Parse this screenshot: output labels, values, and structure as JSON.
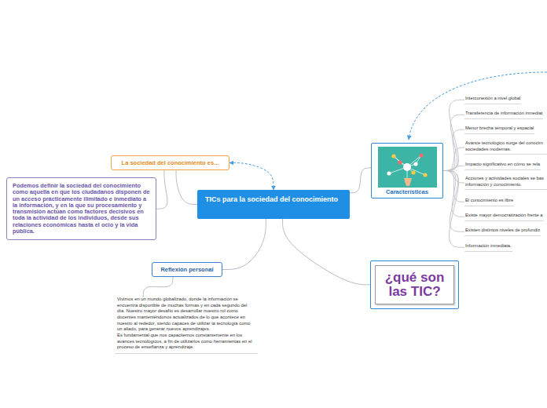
{
  "diagram": {
    "nodes": [
      {
        "text": [
          "TICs para la sociedad del conocimiento"
        ]
      },
      {
        "text": [
          "La sociedad del conocimiento es..."
        ]
      },
      {
        "text": [
          "Podemos definir la sociedad del conocimiento como aquella en que los ciudadanos disponen de un acceso prácticamente ilimitado e inmediato a la información, y en la que su procesamiento y transmisión actúan como factores decisivos en toda la actividad de los individuos, desde sus relaciones económicas hasta el ocio y la vida pública."
        ]
      },
      {
        "text": [
          "Reflexión personal"
        ]
      },
      {
        "text": [
          "Vivimos en un mundo globalizado, donde la información se encuentra disponible de muchas formas y en cada segundo del día. Nuestro mayor desafío es desarrollar nuestro rol como docentes manteniéndonos actualizados de lo que acontece en nuestro al rededor, siendo capaces de utilizar la tecnología como un aliado, para generar nuevos aprendizajes.",
          "Es fundamental que nos capacitemos constantemente en los avances tecnológicos, a fin de utilizarlos como herramientas en el proceso de enseñanza y aprendizaje."
        ]
      },
      {
        "text": [
          "Características"
        ]
      },
      {
        "text": [
          "¿qué son las TIC?"
        ]
      },
      {
        "text": [
          "Interconexión a nivel global"
        ]
      },
      {
        "text": [
          "Transferencia de información inmediat"
        ]
      },
      {
        "text": [
          "Menor brecha temporal y espacial"
        ]
      },
      {
        "text": [
          "Avance tecnológico surge del conocim sociedades modernas."
        ]
      },
      {
        "text": [
          "Impacto significativo en cómo se rela"
        ]
      },
      {
        "text": [
          "Acciones y actividades sociales se bas información y conocimiento."
        ]
      },
      {
        "text": [
          "El conocimiento es libre"
        ]
      },
      {
        "text": [
          "Existe mayor democratización frente a"
        ]
      },
      {
        "text": [
          "Existen distintos niveles de profundiz"
        ]
      },
      {
        "text": [
          "Información inmediata."
        ]
      }
    ],
    "edges": [
      {
        "from": 0,
        "to": 1,
        "arrow": "none"
      },
      {
        "from": 1,
        "to": 2,
        "arrow": "none"
      },
      {
        "from": 0,
        "to": 3,
        "arrow": "none"
      },
      {
        "from": 3,
        "to": 4,
        "arrow": "none"
      },
      {
        "from": 0,
        "to": 5,
        "arrow": "none"
      },
      {
        "from": 0,
        "to": 6,
        "arrow": "none"
      },
      {
        "from": 5,
        "to": 7,
        "arrow": "none"
      },
      {
        "from": 5,
        "to": 8,
        "arrow": "none"
      },
      {
        "from": 5,
        "to": 9,
        "arrow": "none"
      },
      {
        "from": 5,
        "to": 10,
        "arrow": "none"
      },
      {
        "from": 5,
        "to": 11,
        "arrow": "none"
      },
      {
        "from": 5,
        "to": 12,
        "arrow": "none"
      },
      {
        "from": 5,
        "to": 13,
        "arrow": "none"
      },
      {
        "from": 5,
        "to": 14,
        "arrow": "none"
      },
      {
        "from": 5,
        "to": 15,
        "arrow": "none"
      },
      {
        "from": 5,
        "to": 16,
        "arrow": "none"
      },
      {
        "from": 1,
        "to": 0,
        "arrow": "both"
      }
    ]
  }
}
